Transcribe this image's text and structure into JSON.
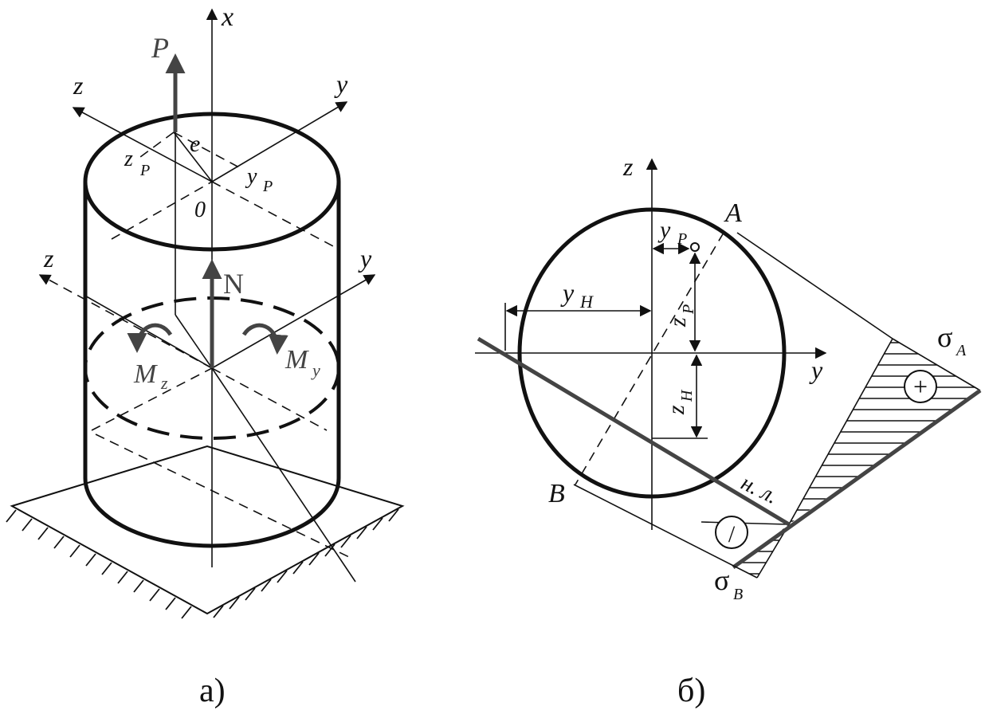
{
  "figure_a": {
    "caption": "а)",
    "labels": {
      "x_axis": "x",
      "force": "P",
      "top_z": "z",
      "top_y": "y",
      "ecc": "e",
      "zp_main": "z",
      "zp_sub": "P",
      "yp_main": "y",
      "yp_sub": "P",
      "origin": "0",
      "mid_z": "z",
      "mid_y": "y",
      "normal": "N",
      "mz_main": "M",
      "mz_sub": "z",
      "my_main": "M",
      "my_sub": "y"
    }
  },
  "figure_b": {
    "caption": "б)",
    "labels": {
      "z_axis": "z",
      "y_axis": "y",
      "point_a": "A",
      "point_b": "B",
      "yp_main": "y",
      "yp_sub": "P",
      "yh_main": "y",
      "yh_sub": "H",
      "zp_main": "z",
      "zp_sub": "P",
      "zh_main": "z",
      "zh_sub": "H",
      "neutral_line": "н. л.",
      "sigma_a_main": "σ",
      "sigma_a_sub": "A",
      "sigma_b_main": "σ",
      "sigma_b_sub": "B",
      "plus": "+",
      "minus": "/"
    }
  }
}
